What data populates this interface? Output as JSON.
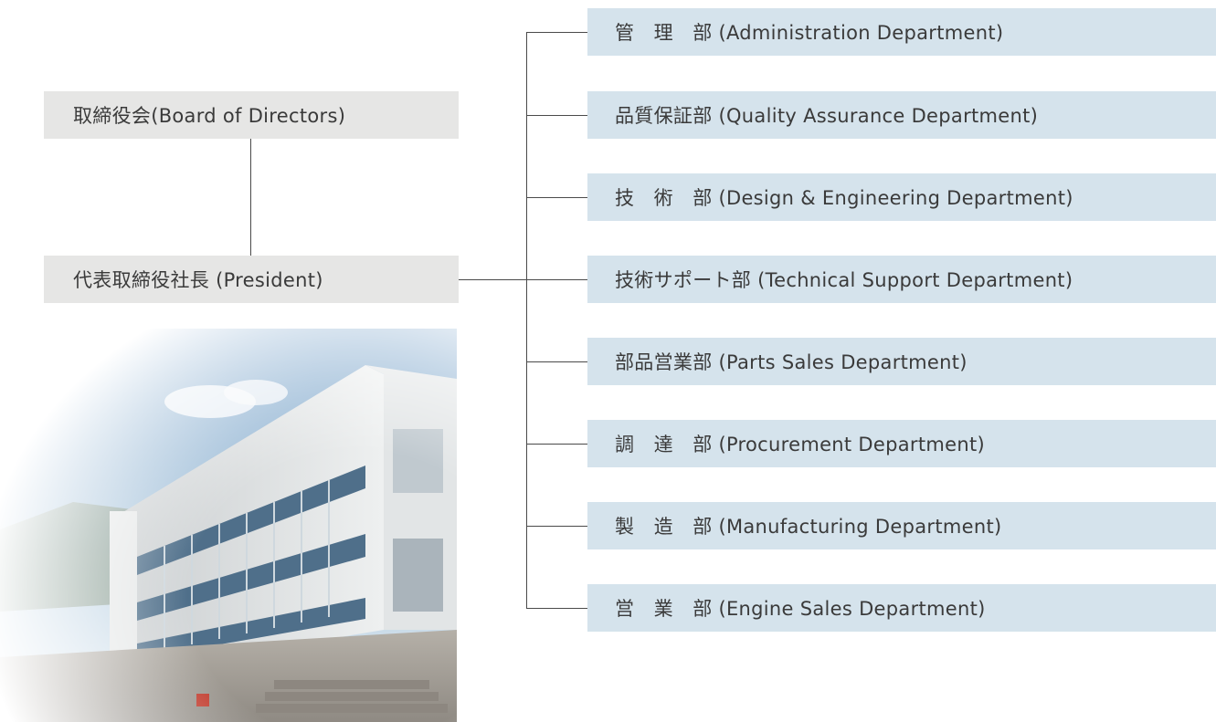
{
  "board": {
    "label": "取締役会(Board of Directors)"
  },
  "president": {
    "label": "代表取締役社長 (President)"
  },
  "departments": [
    {
      "label": "管　理　部 (Administration Department)"
    },
    {
      "label": "品質保証部 (Quality Assurance Department)"
    },
    {
      "label": "技　術　部 (Design & Engineering Department)"
    },
    {
      "label": "技術サポート部 (Technical Support Department)"
    },
    {
      "label": "部品営業部 (Parts Sales Department)"
    },
    {
      "label": "調　達　部 (Procurement Department)"
    },
    {
      "label": "製　造　部 (Manufacturing Department)"
    },
    {
      "label": "営　業　部 (Engine Sales Department)"
    }
  ],
  "colors": {
    "executive_box": "#e6e6e5",
    "department_box": "#d5e3ec",
    "connector": "#4a4a4a",
    "text": "#3a3a3a"
  },
  "photo": {
    "subject": "factory-building-photo"
  }
}
